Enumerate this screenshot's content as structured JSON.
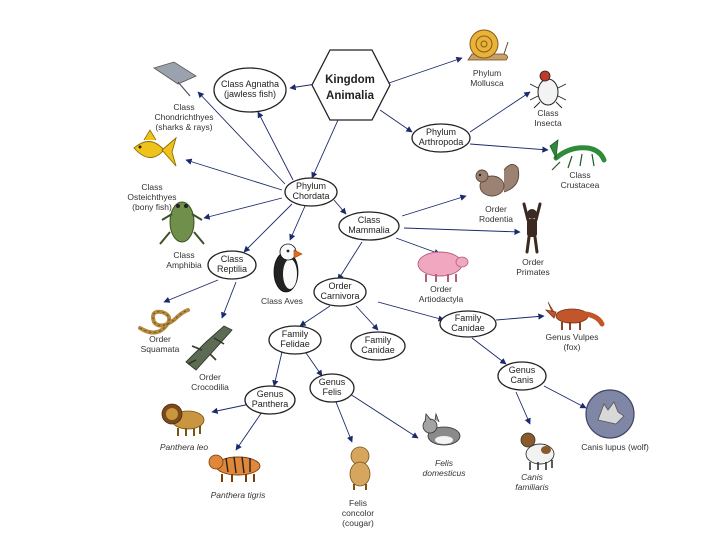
{
  "kingdom": {
    "line1": "Kingdom",
    "line2": "Animalia"
  },
  "nodes": {
    "agnatha": {
      "l1": "Class Agnatha",
      "l2": "(jawless fish)"
    },
    "chordata": {
      "l1": "Phylum",
      "l2": "Chordata"
    },
    "arthropoda": {
      "l1": "Phylum",
      "l2": "Arthropoda"
    },
    "mammalia": {
      "l1": "Class",
      "l2": "Mammalia"
    },
    "reptilia": {
      "l1": "Class",
      "l2": "Reptilia"
    },
    "carnivora": {
      "l1": "Order",
      "l2": "Carnivora"
    },
    "canidae_fam": {
      "l1": "Family",
      "l2": "Canidae"
    },
    "felidae": {
      "l1": "Family",
      "l2": "Felidae"
    },
    "canidae": {
      "l1": "Family",
      "l2": "Canidae"
    },
    "canis": {
      "l1": "Genus",
      "l2": "Canis"
    },
    "panthera": {
      "l1": "Genus",
      "l2": "Panthera"
    },
    "felis": {
      "l1": "Genus",
      "l2": "Felis"
    }
  },
  "labels": {
    "mollusca": {
      "l1": "Phylum",
      "l2": "Mollusca"
    },
    "insecta": {
      "l1": "Class",
      "l2": "Insecta"
    },
    "crustacea": {
      "l1": "Class",
      "l2": "Crustacea"
    },
    "chondrichthyes": {
      "l1": "Class",
      "l2": "Chondrichthyes",
      "l3": "(sharks & rays)"
    },
    "osteichthyes": {
      "l1": "Class",
      "l2": "Osteichthyes",
      "l3": "(bony fish)"
    },
    "amphibia": {
      "l1": "Class",
      "l2": "Amphibia"
    },
    "rodentia": {
      "l1": "Order",
      "l2": "Rodentia"
    },
    "primates": {
      "l1": "Order",
      "l2": "Primates"
    },
    "aves": {
      "l1": "Class Aves"
    },
    "artiodactyla": {
      "l1": "Order",
      "l2": "Artiodactyla"
    },
    "squamata": {
      "l1": "Order",
      "l2": "Squamata"
    },
    "crocodilia": {
      "l1": "Order",
      "l2": "Crocodilia"
    },
    "vulpes": {
      "l1": "Genus Vulpes",
      "l2": "(fox)"
    },
    "lupus": {
      "l1": "Canis lupus (wolf)"
    },
    "leo": {
      "l1": "Panthera leo"
    },
    "tigris": {
      "l1": "Panthera tigris"
    },
    "domesticus": {
      "l1": "Felis",
      "l2": "domesticus"
    },
    "familiaris": {
      "l1": "Canis",
      "l2": "familiaris"
    },
    "concolor": {
      "l1": "Felis",
      "l2": "concolor",
      "l3": "(cougar)"
    }
  },
  "colors": {
    "arrow": "#1b2a6b",
    "snail_shell": "#e8b33a",
    "fish": "#f0c21c",
    "frog": "#6f8f4a",
    "squirrel": "#9b8272",
    "pig": "#f2a7c0",
    "fox": "#c2562a",
    "lion": "#c9953f",
    "tiger": "#e0873a",
    "crayfish": "#2f8a3a",
    "wolf_badge": "#7f86a6"
  },
  "icons": [
    "stingray-icon",
    "snail-icon",
    "beetle-icon",
    "crayfish-icon",
    "goldfish-icon",
    "frog-icon",
    "squirrel-icon",
    "puffin-icon",
    "chimpanzee-icon",
    "pig-icon",
    "snake-icon",
    "crocodile-icon",
    "fox-icon",
    "lion-icon",
    "tiger-icon",
    "cat-icon",
    "lion-cub-icon",
    "terrier-icon",
    "wolf-icon"
  ]
}
